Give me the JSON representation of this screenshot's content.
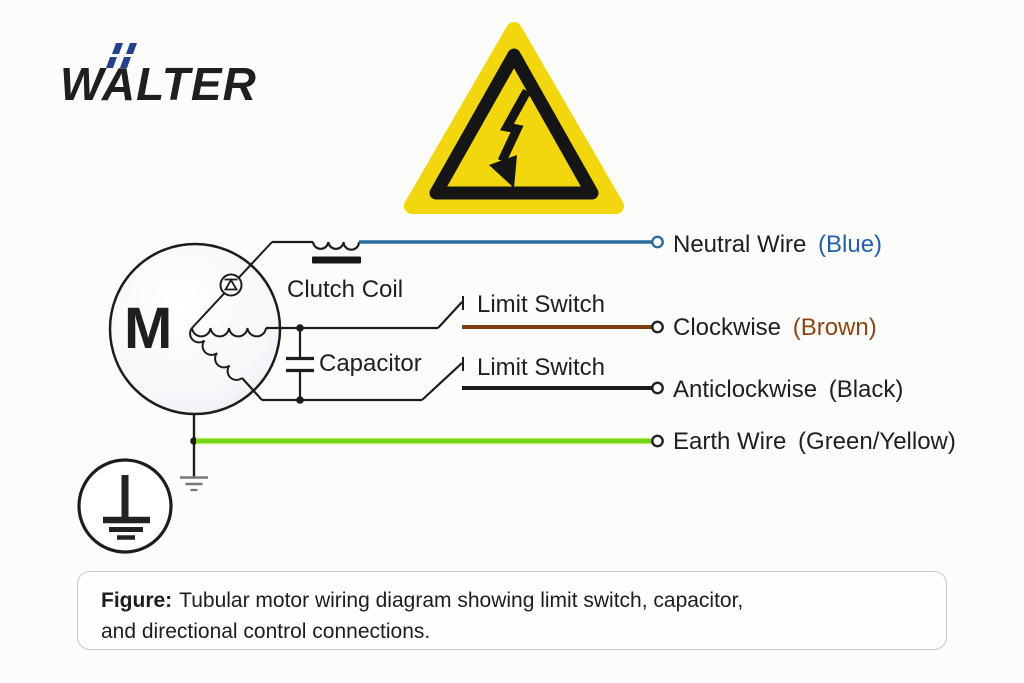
{
  "logo": {
    "text": "WALTER",
    "color": "#24408e"
  },
  "warning": {
    "icon": "high-voltage-warning-icon",
    "triangle_color": "#f2d70e",
    "outline_color": "#151515"
  },
  "components": {
    "motor": "M",
    "clutch_coil": "Clutch Coil",
    "capacitor": "Capacitor",
    "limit_switch": "Limit Switch"
  },
  "icons": {
    "thermal_protector": "thermal-protector-icon",
    "protective_earth": "protective-earth-icon",
    "ground": "ground-icon"
  },
  "wires": [
    {
      "name": "Neutral Wire",
      "color_label": "(Blue)",
      "wire_color": "#2b6b9e",
      "label_color": "#1f5fae"
    },
    {
      "name": "Clockwise",
      "color_label": "(Brown)",
      "wire_color": "#7d3f10",
      "label_color": "#8a4513"
    },
    {
      "name": "Anticlockwise",
      "color_label": "(Black)",
      "wire_color": "#1a1a1a",
      "label_color": "#1f1f1f"
    },
    {
      "name": "Earth Wire",
      "color_label": "(Green/Yellow)",
      "wire_color": "#72d417",
      "label_color": "#1f1f1f"
    }
  ],
  "caption": {
    "prefix": "Figure:",
    "line1": "Tubular motor wiring diagram showing limit switch, capacitor,",
    "line2": "and directional control connections."
  }
}
